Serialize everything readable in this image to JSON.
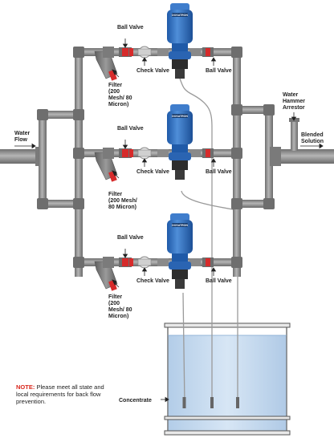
{
  "labels": {
    "ball_valve": "Ball Valve",
    "check_valve": "Check Valve",
    "filter_a": [
      "Filter",
      "(200",
      "Mesh/ 80",
      "Micron)"
    ],
    "filter_b": [
      "Filter",
      "(200 Mesh/",
      "80 Micron)"
    ],
    "water_flow": [
      "Water",
      "Flow"
    ],
    "water_hammer_arrestor": [
      "Water",
      "Hammer",
      "Arrestor"
    ],
    "blended_solution": [
      "Blended",
      "Solution"
    ],
    "concentrate": "Concentrate"
  },
  "pump_brand": "DOSATRON",
  "note": {
    "heading": "NOTE:",
    "text": "Please meet all state and local requirements for back flow prevention."
  },
  "colors": {
    "pipe": "#8c8c8c",
    "pump_blue": "#2f6fc0",
    "handle_red": "#d62b2b",
    "tank_fill": "#c7dcf2",
    "note_red": "#d9261c"
  }
}
